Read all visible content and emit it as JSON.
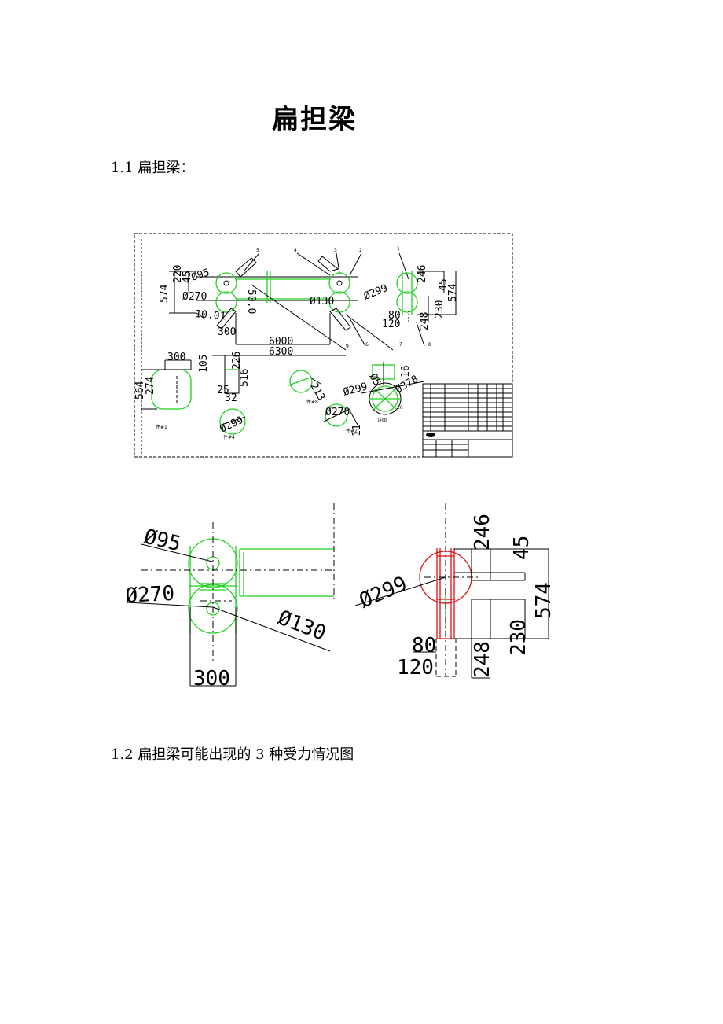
{
  "doc": {
    "title": "扁担梁",
    "section1": "1.1 扁担梁：",
    "section2": "1.2 扁担梁可能出现的 3 种受力情况图"
  },
  "drawing": {
    "labels": {
      "l1": "1",
      "l2": "2",
      "l3": "3",
      "l4": "4",
      "l5": "5",
      "l6": "6",
      "l7": "7",
      "l8": "8",
      "l9": "9",
      "l10": "10"
    },
    "dims": {
      "d220": "220",
      "d45a": "45",
      "d574a": "574",
      "p95": "Ø95",
      "p270": "Ø270",
      "d10": "10.01",
      "d300": "300",
      "d50": "50.0",
      "d6000": "6000",
      "d6300": "6300",
      "p130": "Ø130",
      "p299": "Ø299",
      "d246": "246",
      "d45b": "45",
      "d574b": "574",
      "d230": "230",
      "d80": "80",
      "d120": "120",
      "d248": "248",
      "d300b": "300",
      "d105": "105",
      "d564": "564",
      "d274": "274",
      "d226": "226",
      "d516": "516",
      "d25": "25",
      "d32": "32",
      "p299b": "Ø299",
      "d213": "213",
      "p270b": "Ø270",
      "d11": "11",
      "p299c": "Ø299",
      "p378": "Ø378",
      "d16": "16",
      "d5": "Ø5"
    },
    "parts": {
      "n1": "件#1",
      "n4": "件#4",
      "n8": "件#8",
      "n2": "件#2",
      "n10": "详图"
    }
  },
  "detail_left": {
    "p95": "Ø95",
    "p270": "Ø270",
    "p130": "Ø130",
    "d300": "300"
  },
  "detail_right": {
    "d246": "246",
    "d45": "45",
    "p299": "Ø299",
    "d574": "574",
    "d80": "80",
    "d230": "230",
    "d120": "120",
    "d248": "248"
  }
}
